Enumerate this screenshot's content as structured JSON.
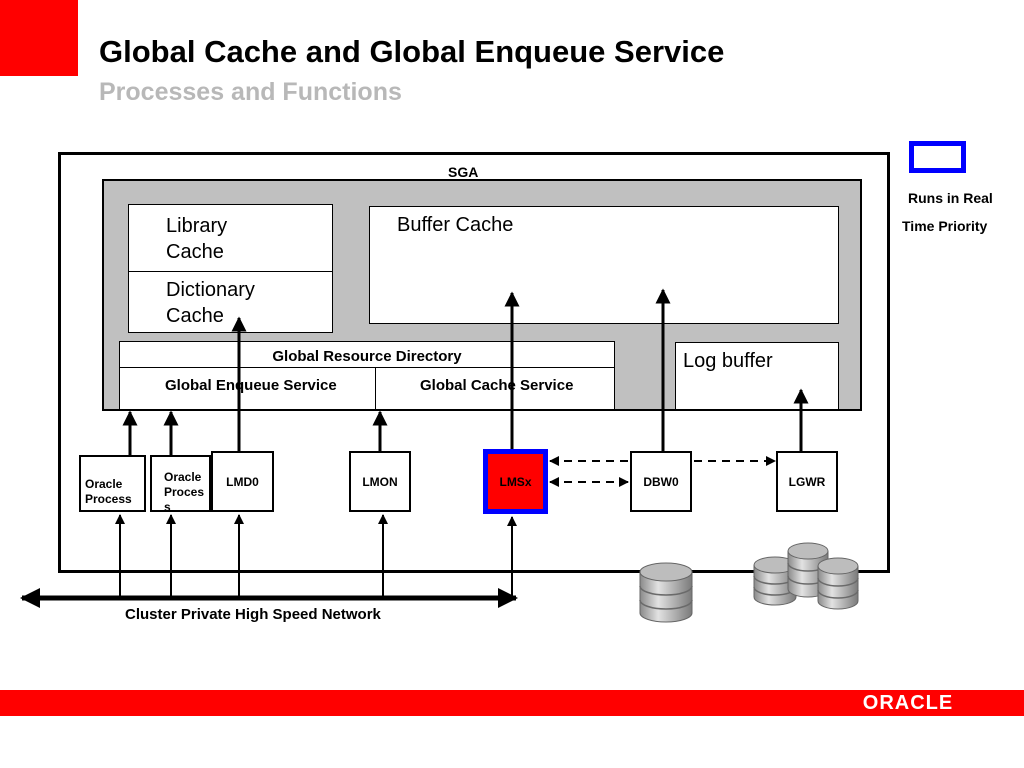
{
  "header": {
    "title": "Global Cache and Global Enqueue Service",
    "subtitle": "Processes and Functions"
  },
  "sga": {
    "label": "SGA",
    "library_cache": "Library Cache",
    "dictionary_cache": "Dictionary Cache",
    "buffer_cache": "Buffer Cache",
    "log_buffer": "Log buffer",
    "grd": {
      "title": "Global Resource Directory",
      "enqueue_service": "Global Enqueue Service",
      "cache_service": "Global Cache Service"
    }
  },
  "processes": {
    "oracle_process_1": "Oracle Process",
    "oracle_process_2": "Oracle Process",
    "lmd0": "LMD0",
    "lmon": "LMON",
    "lmsx": "LMSx",
    "dbw0": "DBW0",
    "lgwr": "LGWR"
  },
  "legend": {
    "line1": "Runs in Real",
    "line2": "Time Priority",
    "color": "#0000ff"
  },
  "network": {
    "label": "Cluster Private High Speed Network"
  },
  "footer": {
    "logo_text": "ORACLE",
    "color": "#ff0000"
  },
  "icons": [
    "database-icon",
    "database-icon",
    "database-icon",
    "database-icon"
  ]
}
